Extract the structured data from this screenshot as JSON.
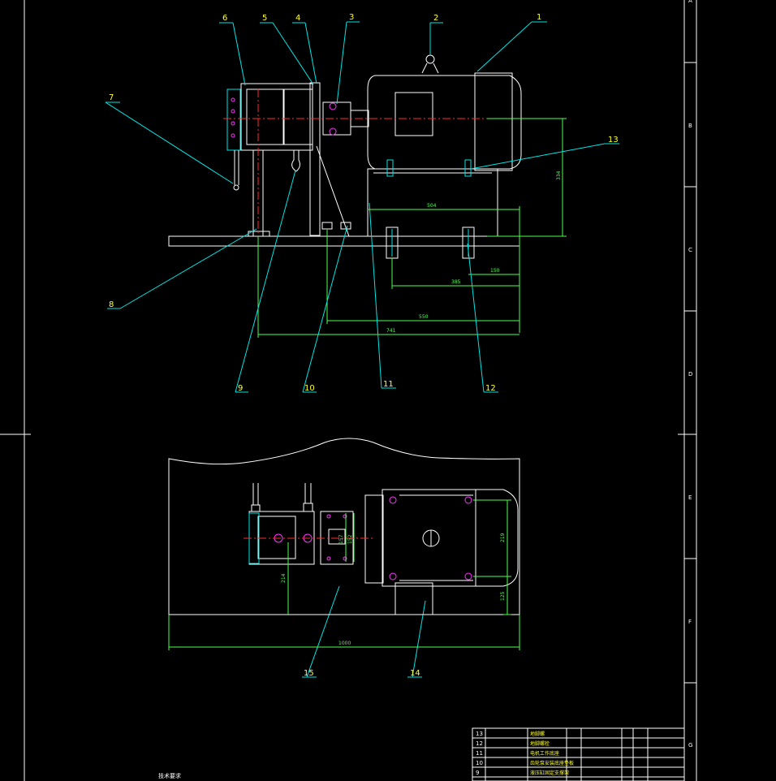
{
  "drawing": {
    "zone_letters": [
      "A",
      "B",
      "C",
      "D",
      "E",
      "F",
      "G"
    ],
    "part_numbers": [
      "1",
      "2",
      "3",
      "4",
      "5",
      "6",
      "7",
      "8",
      "9",
      "10",
      "11",
      "12",
      "13",
      "14",
      "15"
    ],
    "dimensions": {
      "elevation": {
        "height_right": "334",
        "base_width": "504",
        "bolt_spacing_small": "150",
        "bolt_spacing": "385",
        "overall_550": "550",
        "overall_741": "741"
      },
      "plan": {
        "motor_width": "219",
        "edge_offset": "125",
        "left_offset": "214",
        "coupling_a": "157",
        "coupling_b": "152",
        "overall_length": "1000"
      }
    },
    "technical_requirements_title": "技术要求",
    "parts_list": [
      {
        "no": "13",
        "name": "地脚螺"
      },
      {
        "no": "12",
        "name": "地脚螺栓"
      },
      {
        "no": "11",
        "name": "电机工作底座"
      },
      {
        "no": "10",
        "name": "齿轮泵安装底座垫板"
      },
      {
        "no": "9",
        "name": "液压缸固定支撑架"
      }
    ]
  },
  "colors": {
    "background": "#000000",
    "outline": "#ffffff",
    "leader": "#00e5e5",
    "centerline": "#ff2a2a",
    "dimension": "#4dff4d",
    "label": "#ffff33",
    "marker": "#ff33ff"
  }
}
